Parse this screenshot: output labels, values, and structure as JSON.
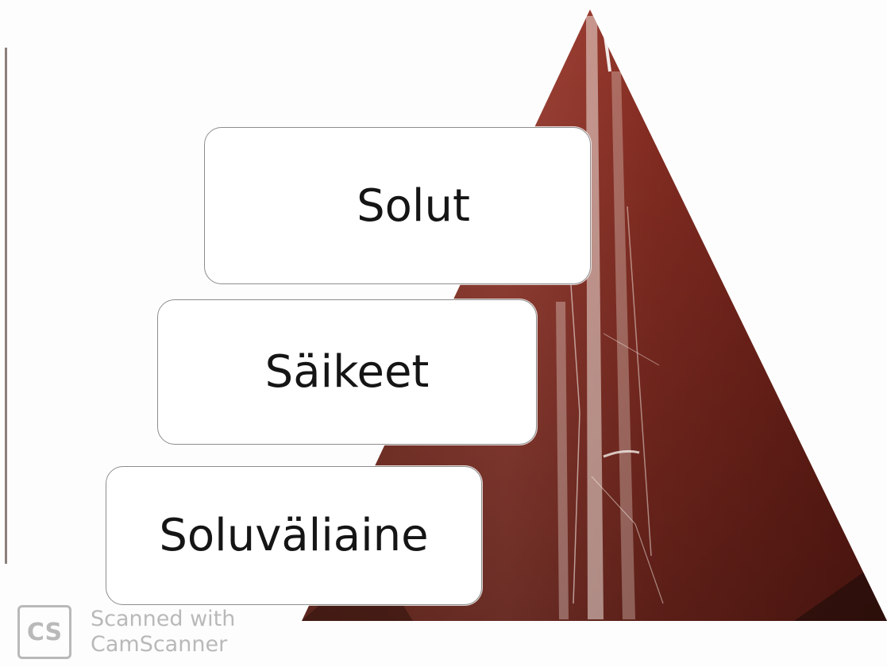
{
  "diagram": {
    "levels": [
      {
        "label": "Solut"
      },
      {
        "label": "Säikeet"
      },
      {
        "label": "Soluväliaine"
      }
    ],
    "pyramid_colors": {
      "dark": "#5e1f17",
      "mid": "#9c3c2c",
      "light": "#c2604a",
      "highlight": "#f2e6df"
    }
  },
  "watermark": {
    "logo_text": "CS",
    "line1": "Scanned with",
    "line2": "CamScanner"
  }
}
